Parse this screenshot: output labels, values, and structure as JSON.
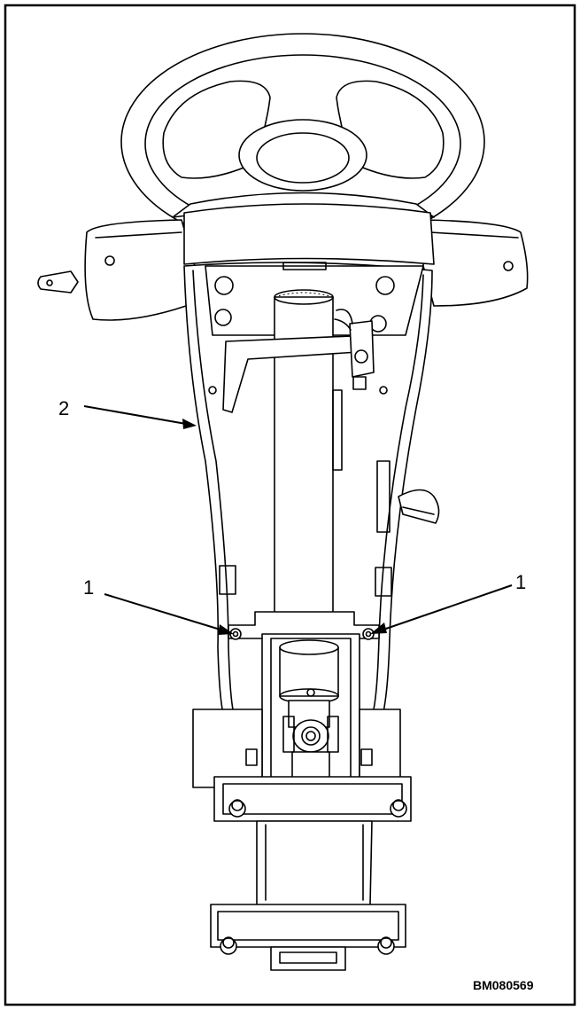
{
  "figure": {
    "id": "BM080569",
    "callouts": [
      {
        "label": "1",
        "target": "mounting-screw-left"
      },
      {
        "label": "1",
        "target": "mounting-screw-right"
      },
      {
        "label": "2",
        "target": "steering-column-cover"
      }
    ],
    "colors": {
      "line": "#000000",
      "background": "#ffffff"
    }
  }
}
